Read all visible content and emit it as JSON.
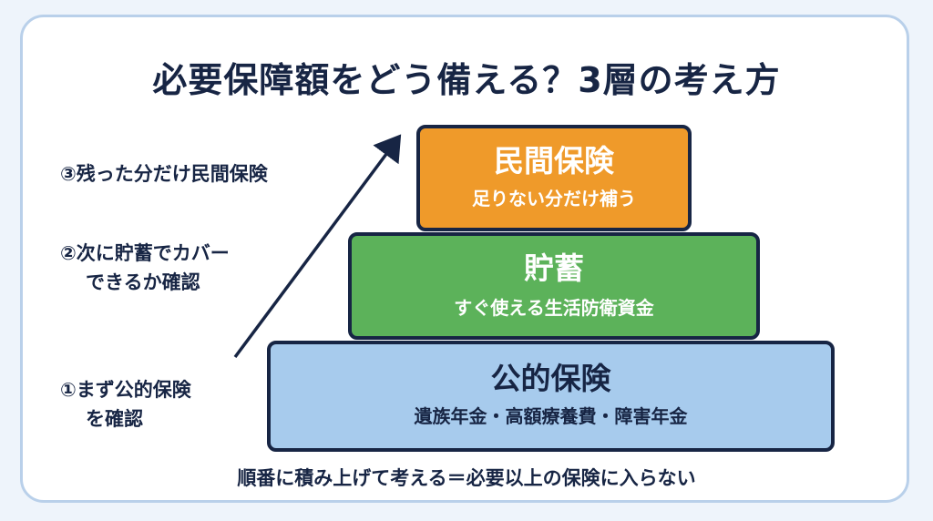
{
  "title": "必要保障額をどう備える？3層の考え方",
  "layers": {
    "top": {
      "name": "民間保険",
      "sub": "足りない分だけ補う",
      "color": "#ef9a2a"
    },
    "middle": {
      "name": "貯蓄",
      "sub": "すぐ使える生活防衛資金",
      "color": "#5cb25a"
    },
    "bottom": {
      "name": "公的保険",
      "sub": "遺族年金・高額療養費・障害年金",
      "color": "#a7cbed"
    }
  },
  "steps": {
    "step3": {
      "line1": "③残った分だけ民間保険"
    },
    "step2": {
      "line1": "②次に貯蓄でカバー",
      "line2": "できるか確認"
    },
    "step1": {
      "line1": "①まず公的保険",
      "line2": "を確認"
    }
  },
  "footer": "順番に積み上げて考える＝必要以上の保険に入らない",
  "colors": {
    "ink": "#172544",
    "frame": "#b9d0ea"
  }
}
